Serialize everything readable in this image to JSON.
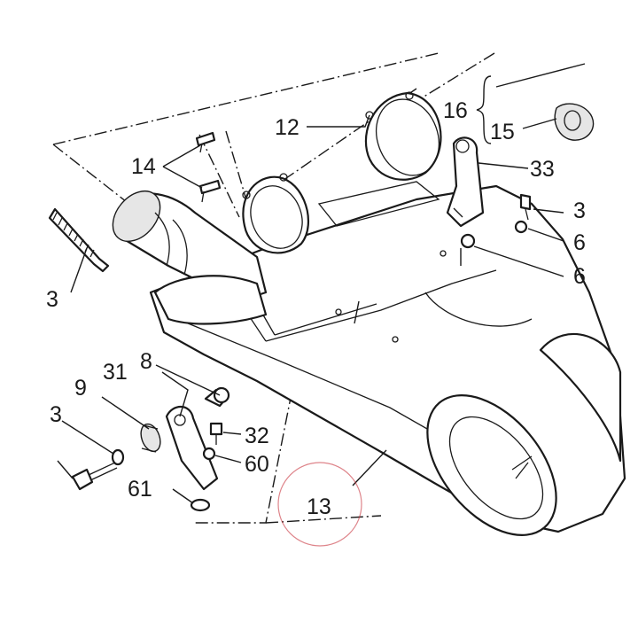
{
  "diagram": {
    "highlight_color": "#c8323c",
    "line_color": "#1a1a1a",
    "callouts": [
      {
        "id": "12",
        "text": "12"
      },
      {
        "id": "13",
        "text": "13"
      },
      {
        "id": "14",
        "text": "14"
      },
      {
        "id": "15",
        "text": "15"
      },
      {
        "id": "16",
        "text": "16"
      },
      {
        "id": "33",
        "text": "33"
      },
      {
        "id": "8",
        "text": "8"
      },
      {
        "id": "9",
        "text": "9"
      },
      {
        "id": "31",
        "text": "31"
      },
      {
        "id": "32",
        "text": "32"
      },
      {
        "id": "60",
        "text": "60"
      },
      {
        "id": "61",
        "text": "61"
      },
      {
        "id": "3a",
        "text": "3"
      },
      {
        "id": "6a",
        "text": "6"
      },
      {
        "id": "6b",
        "text": "6"
      },
      {
        "id": "3b",
        "text": "3"
      },
      {
        "id": "3c",
        "text": "3"
      }
    ]
  }
}
